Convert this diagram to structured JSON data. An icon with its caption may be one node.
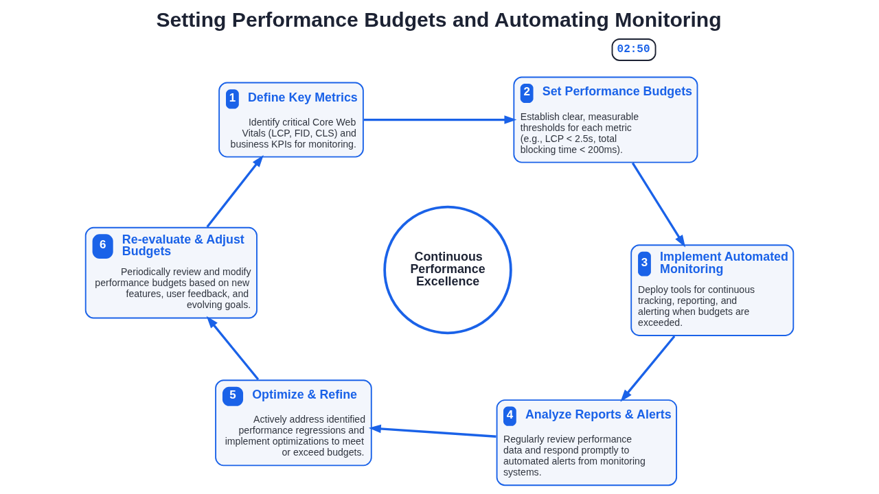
{
  "diagram": {
    "title": "Setting Performance Budgets and Automating Monitoring",
    "nodes": [
      {
        "text": [
          "1",
          "Define Key Metrics",
          "Identify critical Core Web Vitals (LCP, FID, CLS) and business KPIs for monitoring."
        ]
      },
      {
        "text": [
          "2",
          "Set Performance Budgets",
          "Establish clear, measurable thresholds for each metric (e.g., LCP < 2.5s, total blocking time < 200ms)."
        ]
      },
      {
        "text": [
          "3",
          "Implement Automated Monitoring",
          "Deploy tools for continuous tracking, reporting, and alerting when budgets are exceeded."
        ]
      },
      {
        "text": [
          "4",
          "Analyze Reports & Alerts",
          "Regularly review performance data and respond promptly to automated alerts from monitoring systems."
        ]
      },
      {
        "text": [
          "5",
          "Optimize & Refine",
          "Actively address identified performance regressions and implement optimizations to meet or exceed budgets."
        ]
      },
      {
        "text": [
          "6",
          "Re-evaluate & Adjust Budgets",
          "Periodically review and modify performance budgets based on new features, user feedback, and evolving goals."
        ]
      },
      {
        "text": [
          "Continuous Performance Excellence"
        ]
      }
    ],
    "edges": [
      {
        "from": 0,
        "to": 1,
        "arrow": "to"
      },
      {
        "from": 1,
        "to": 2,
        "arrow": "to"
      },
      {
        "from": 2,
        "to": 3,
        "arrow": "to"
      },
      {
        "from": 3,
        "to": 4,
        "arrow": "to"
      },
      {
        "from": 4,
        "to": 5,
        "arrow": "to"
      },
      {
        "from": 5,
        "to": 0,
        "arrow": "to"
      }
    ],
    "labels": [
      "02:50"
    ]
  }
}
